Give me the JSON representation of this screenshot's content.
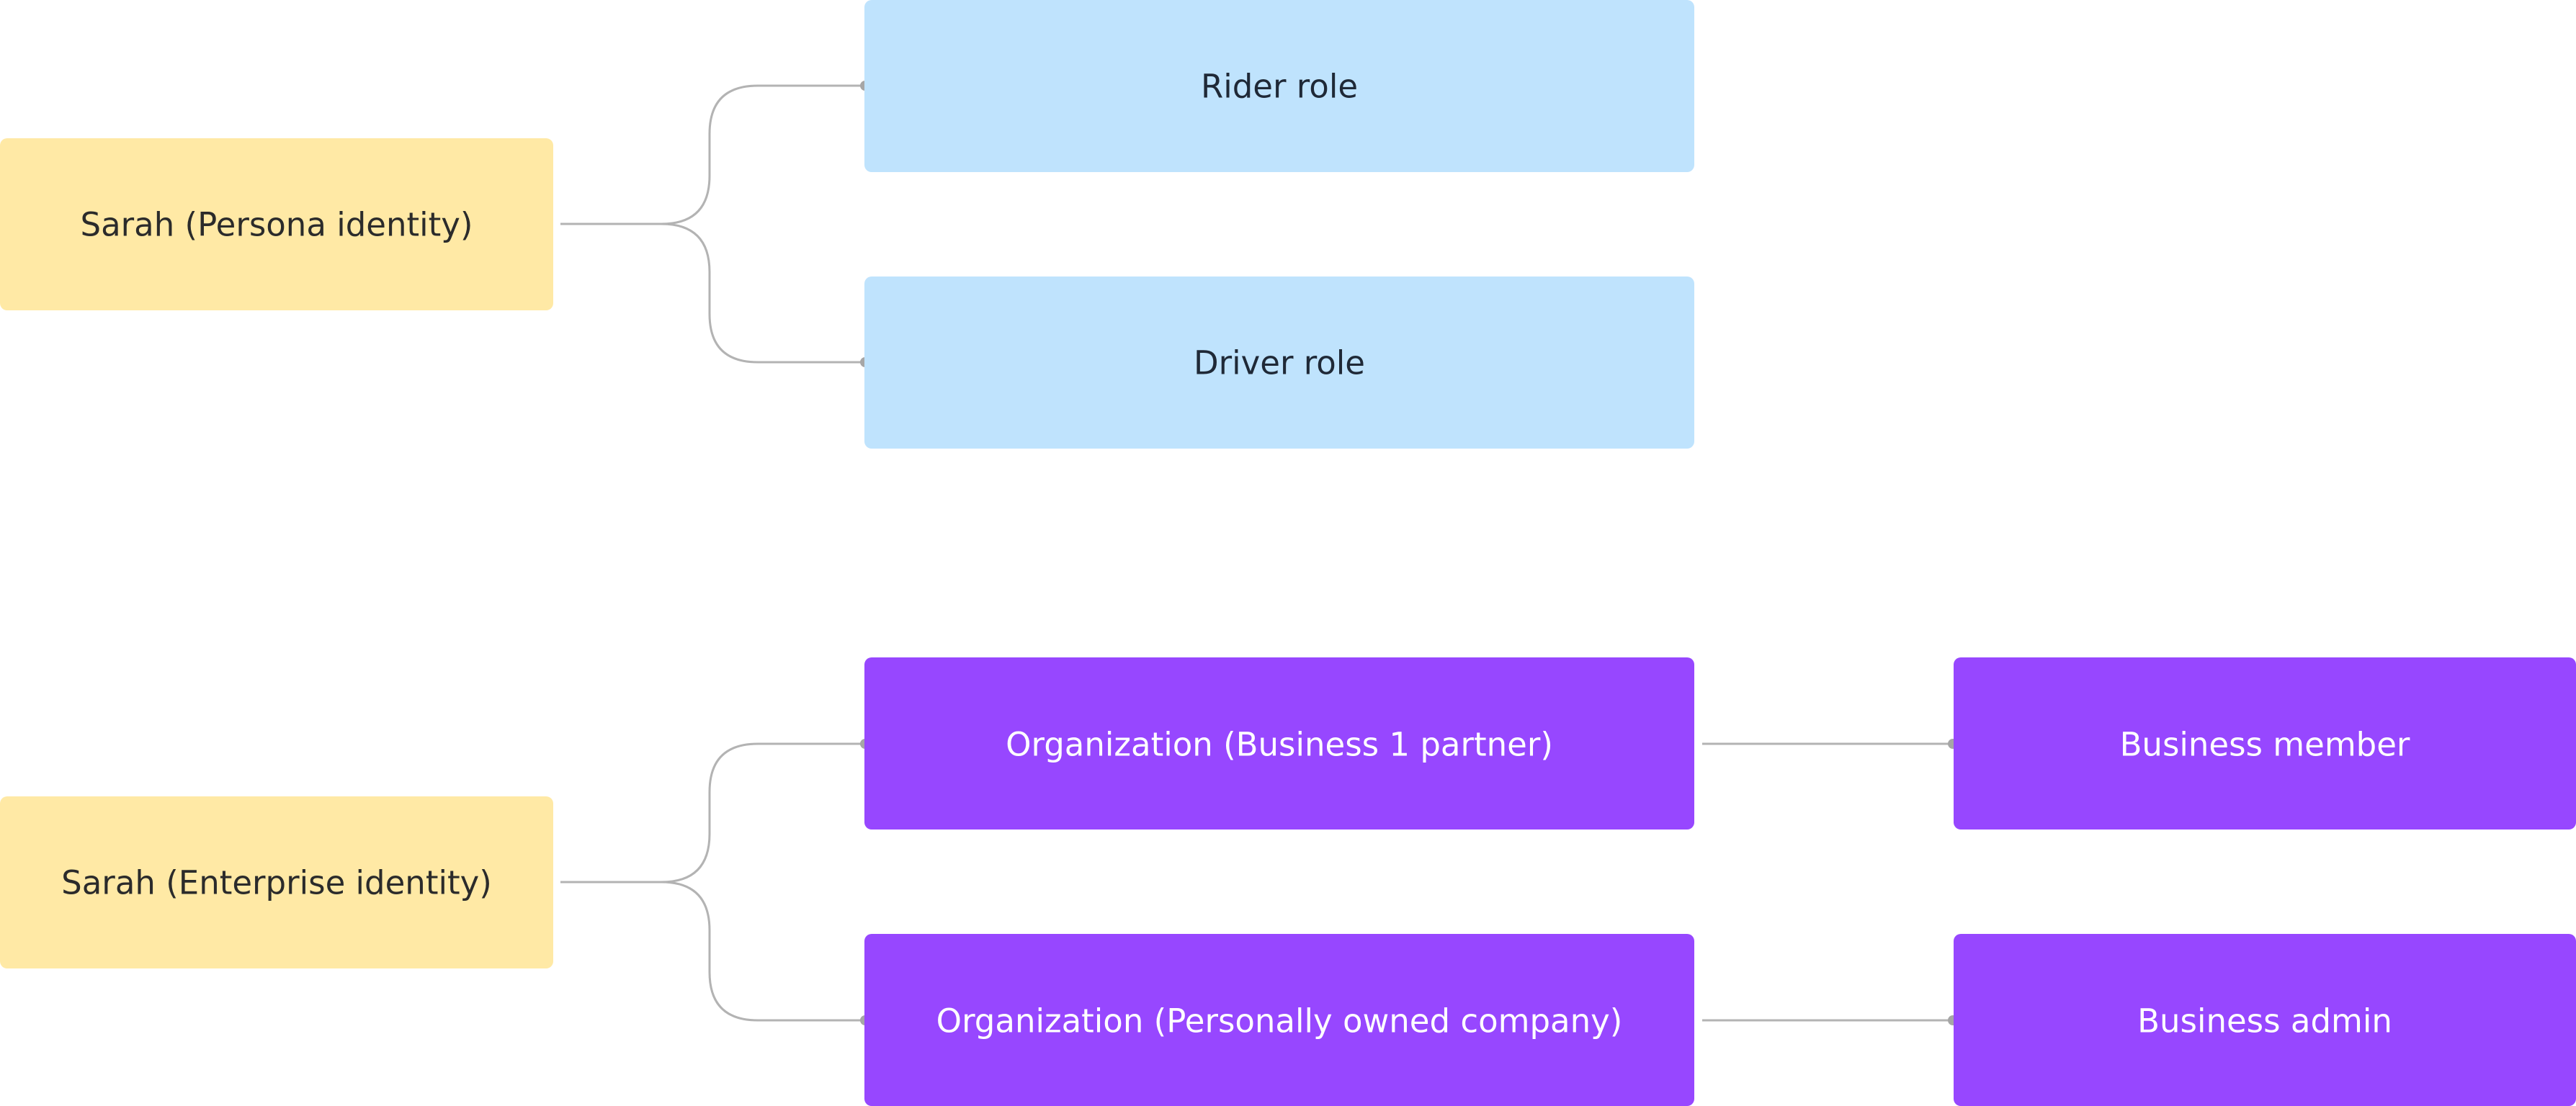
{
  "diagram": {
    "colors": {
      "identity_fill": "#ffe9a5",
      "identity_text": "#2b2b2b",
      "role_fill": "#bfe3fd",
      "role_text": "#1f2937",
      "org_fill": "#9747ff",
      "org_text": "#ffffff",
      "connector": "#b3b3b3"
    },
    "persona": {
      "identity": "Sarah (Persona identity)",
      "roles": [
        "Rider role",
        "Driver role"
      ]
    },
    "enterprise": {
      "identity": "Sarah (Enterprise identity)",
      "organizations": [
        {
          "name": "Organization (Business 1 partner)",
          "role": "Business member"
        },
        {
          "name": "Organization (Personally owned company)",
          "role": "Business admin"
        }
      ]
    }
  }
}
